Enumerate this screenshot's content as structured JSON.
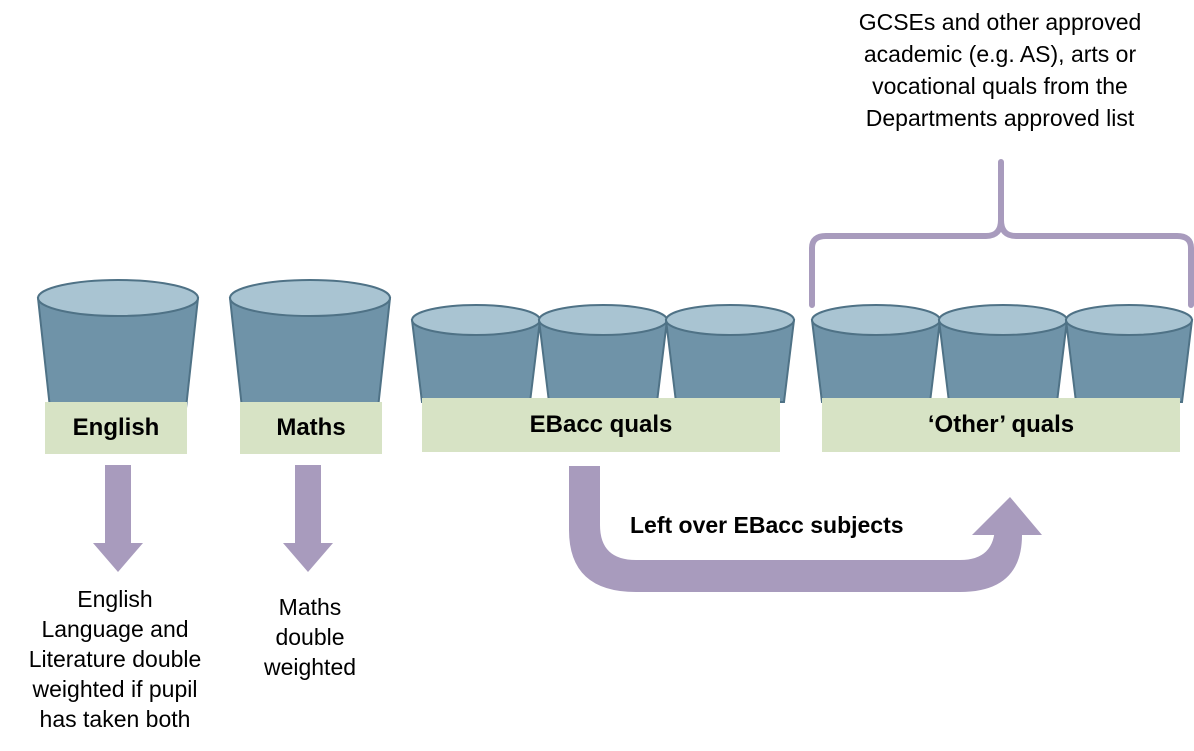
{
  "colors": {
    "cup_body": "#6f93a8",
    "cup_body_stroke": "#4f7286",
    "cup_rim": "#a9c4d2",
    "label_fill": "#d7e3c5",
    "arrow": "#a89bbd"
  },
  "slots": {
    "english_label": "English",
    "maths_label": "Maths",
    "ebacc_label": "EBacc quals",
    "other_label": "‘Other’ quals"
  },
  "notes": {
    "english_note": [
      "English",
      "Language and",
      "Literature double",
      "weighted if pupil",
      "has taken both"
    ],
    "maths_note": [
      "Maths",
      "double",
      "weighted"
    ],
    "other_note": [
      "GCSEs and other approved",
      "academic (e.g. AS), arts or",
      "vocational quals from the",
      "Departments approved list"
    ]
  },
  "flow": {
    "leftover_label": "Left over EBacc subjects"
  }
}
